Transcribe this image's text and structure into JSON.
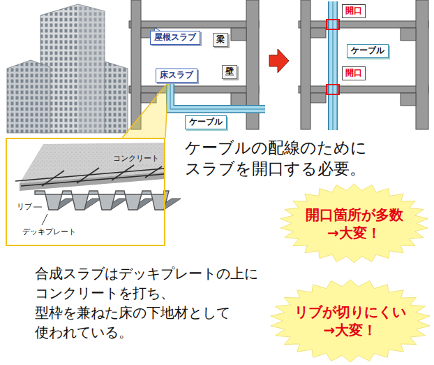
{
  "diagram": {
    "nodes": [
      {
        "text": [
          "屋根スラブ"
        ]
      },
      {
        "text": [
          "梁"
        ]
      },
      {
        "text": [
          "床スラブ"
        ]
      },
      {
        "text": [
          "壁"
        ]
      },
      {
        "text": [
          "ケーブル"
        ]
      },
      {
        "text": [
          "開口"
        ]
      },
      {
        "text": [
          "ケーブル"
        ]
      },
      {
        "text": [
          "開口"
        ]
      },
      {
        "text": [
          "コンクリート",
          "リブ",
          "デッキプレート"
        ]
      },
      {
        "text": [
          "開口箇所が多数 →大変！"
        ]
      },
      {
        "text": [
          "リブが切りにくい →大変！"
        ]
      }
    ],
    "edges": [
      {
        "from": 8,
        "to": 2,
        "arrow": "none"
      }
    ],
    "labels": [
      "ケーブルの配線のために スラブを開口する必要。",
      "合成スラブはデッキプレートの上に コンクリートを打ち、 型枠を兼ねた床の下地材として 使われている。"
    ]
  }
}
